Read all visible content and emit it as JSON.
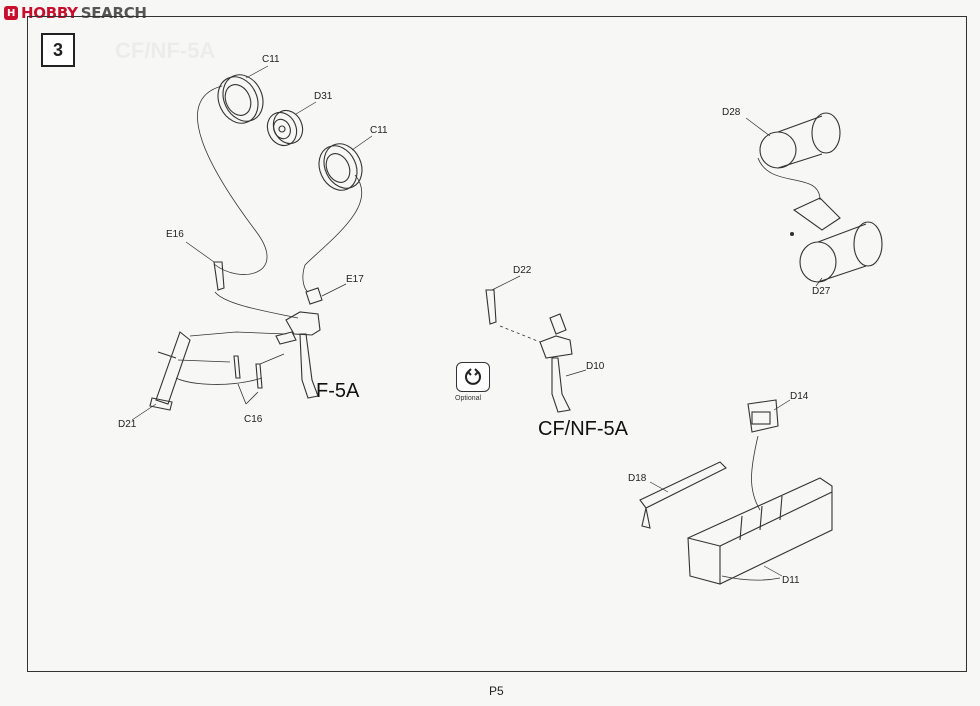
{
  "watermark": {
    "logo": "H",
    "brand_a": "HOBBY",
    "brand_b": "SEARCH"
  },
  "step": {
    "number": "3"
  },
  "ghost_text": "CF/NF-5A",
  "parts": {
    "c11_top": "C11",
    "d31": "D31",
    "c11_right": "C11",
    "e16": "E16",
    "e17": "E17",
    "d21": "D21",
    "c16": "C16",
    "d22": "D22",
    "d10": "D10",
    "d28": "D28",
    "d27": "D27",
    "d14": "D14",
    "d18": "D18",
    "d11": "D11"
  },
  "variants": {
    "f5a": "F-5A",
    "cfnf5a": "CF/NF-5A"
  },
  "optional": {
    "label": "Optional",
    "icon": "optional-icon"
  },
  "page": {
    "number": "P5"
  }
}
